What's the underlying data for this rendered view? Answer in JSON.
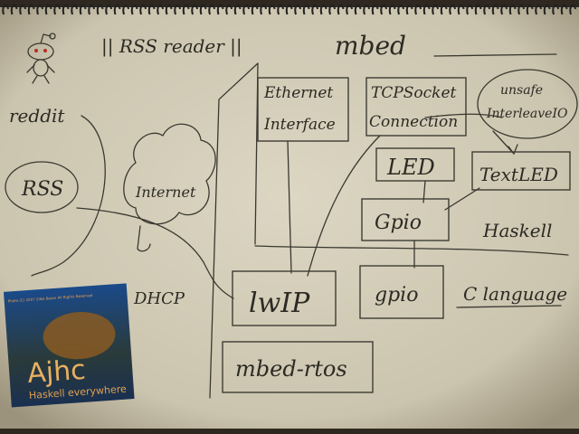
{
  "title": "|| RSS reader ||",
  "section": "mbed",
  "left": {
    "reddit": "reddit",
    "rss": "RSS",
    "internet": "Internet",
    "dhcp": "DHCP"
  },
  "boxes": {
    "ethernet": [
      "Ethernet",
      "Interface"
    ],
    "tcpsocket": [
      "TCPSocket",
      "Connection"
    ],
    "unsafe": [
      "unsafe",
      "InterleaveIO"
    ],
    "led": "LED",
    "textled": "TextLED",
    "gpio_hs": "Gpio",
    "haskell": "Haskell",
    "lwip": "lwIP",
    "gpio_c": "gpio",
    "clang": "C language",
    "rtos": "mbed-rtos"
  },
  "sticker": {
    "credit": "Photo (C) 2007 Silke Baron All Rights Reserved",
    "logo": "Ajhc",
    "tagline": "Haskell everywhere"
  },
  "colors": {
    "paper": "#d6d0bd",
    "ink": "#2c2a24",
    "sticker_bg": "#1d3a6a",
    "logo": "#e8b060"
  }
}
